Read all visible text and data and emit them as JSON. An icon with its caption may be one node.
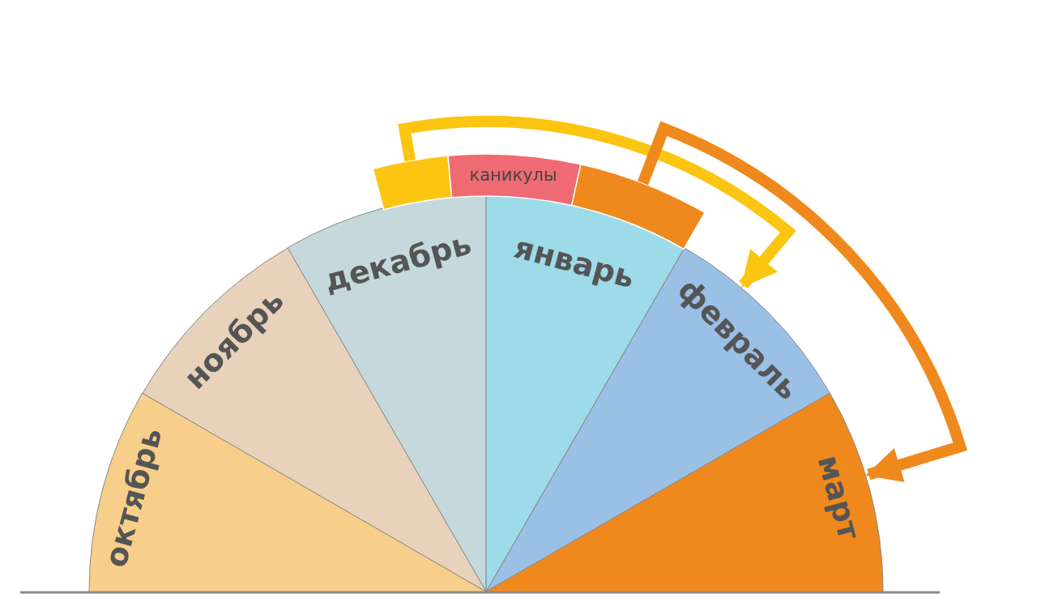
{
  "diagram": {
    "nodes": [
      {
        "text": [
          "октябрь"
        ]
      },
      {
        "text": [
          "ноябрь"
        ]
      },
      {
        "text": [
          "декабрь"
        ]
      },
      {
        "text": [
          "январь"
        ]
      },
      {
        "text": [
          "февраль"
        ]
      },
      {
        "text": [
          "март"
        ]
      },
      {
        "text": [],
        "shape": "box"
      },
      {
        "text": [
          "каникулы"
        ]
      },
      {
        "text": [],
        "shape": "box"
      }
    ],
    "edges": [
      {
        "from": 6,
        "to": 4,
        "arrow": "to",
        "color": "#fbc512"
      },
      {
        "from": 8,
        "to": 5,
        "arrow": "to",
        "color": "#f0891d"
      }
    ]
  }
}
